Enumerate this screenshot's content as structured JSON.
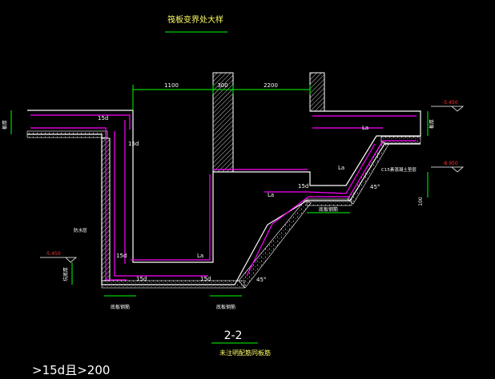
{
  "drawing": {
    "title": "筏板变界处大样",
    "section_label": "2-2",
    "section_subtitle": "未注明配筋同板筋"
  },
  "dimensions": {
    "top_left_span": "1100",
    "wall_width": "300",
    "top_right_span": "2200",
    "slab_thickness_left": "板厚",
    "slab_thickness_right": "板厚",
    "slab_thickness_mid": "100",
    "pit_depth": "坑底厚",
    "anchor_bottom_left": "底板钢筋",
    "anchor_bottom_mid": "底板钢筋",
    "anchor_mid_right": "底板钢筋"
  },
  "elevations": {
    "left_top": "-5.450",
    "right_top": "-5.450",
    "pit_bottom": "-8.950"
  },
  "labels": {
    "la_right_top": "La",
    "la_mid": "La",
    "la_pit": "La",
    "la_slope": "La",
    "fifteen_d_top_left": "15d",
    "fifteen_d_vertical": "15d",
    "fifteen_d_pit_left": "15d",
    "fifteen_d_pit_mid": "15d",
    "fifteen_d_slope": "15d",
    "fifteen_d_pit_wall": "15d",
    "angle_right": "45°",
    "angle_bottom": "45°",
    "slope_note": "C15素混凝土垫层",
    "wall_note": "防水层"
  },
  "hud": {
    "prefix": ">15d",
    "middle": "且",
    "suffix": ">200"
  },
  "colors": {
    "background": "#000000",
    "outline": "#ffffff",
    "rebar": "#ff00ff",
    "dimension": "#00ff00",
    "elevation_marker": "#ff0000",
    "text": "#ffff66"
  }
}
